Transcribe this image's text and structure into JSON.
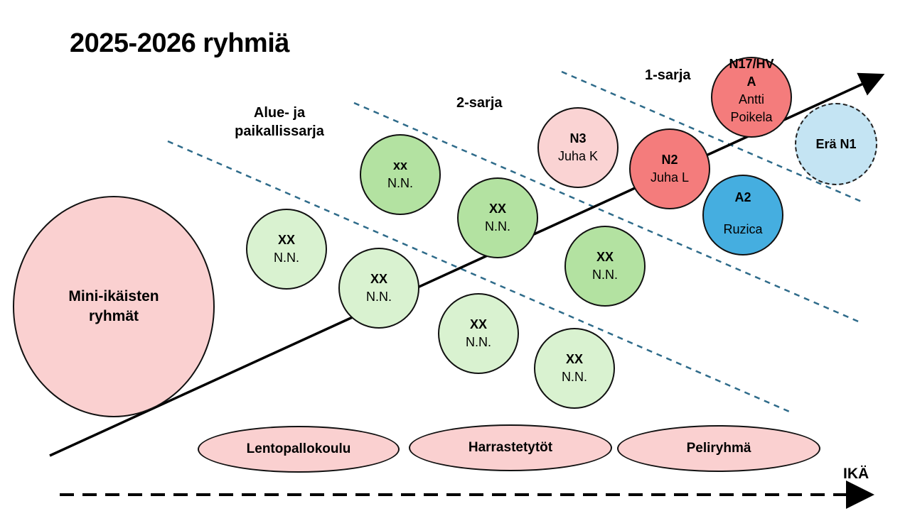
{
  "title": "2025-2026 ryhmiä",
  "levels": {
    "alue_line1": "Alue- ja",
    "alue_line2": "paikallissarja",
    "sarja2": "2-sarja",
    "sarja1": "1-sarja"
  },
  "groups": {
    "mini": {
      "line1": "Mini-ikäisten",
      "line2": "ryhmät",
      "color": "#fad0d0"
    },
    "g1": {
      "tag": "XX",
      "coach": "N.N."
    },
    "g2": {
      "tag": "XX",
      "coach": "N.N."
    },
    "g3": {
      "tag": "xx",
      "coach": "N.N."
    },
    "g4": {
      "tag": "XX",
      "coach": "N.N."
    },
    "g5": {
      "tag": "XX",
      "coach": "N.N."
    },
    "g6": {
      "tag": "XX",
      "coach": "N.N."
    },
    "g7": {
      "tag": "XX",
      "coach": "N.N."
    },
    "n3": {
      "tag": "N3",
      "coach": "Juha K"
    },
    "n2": {
      "tag": "N2",
      "coach": "Juha L"
    },
    "a2": {
      "tag": "A2",
      "coach": "Ruzica",
      "color": "#45aee0"
    },
    "a": {
      "tag1": "N17/HV",
      "tag2": "A",
      "coach1": "Antti",
      "coach2": "Poikela",
      "color": "#f47c7c"
    },
    "era": {
      "tag": "Erä N1",
      "color": "#c4e4f3"
    }
  },
  "stages": {
    "s1": "Lentopallokoulu",
    "s2": "Harrastetytöt",
    "s3": "Peliryhmä"
  },
  "axis_label": "IKÄ"
}
